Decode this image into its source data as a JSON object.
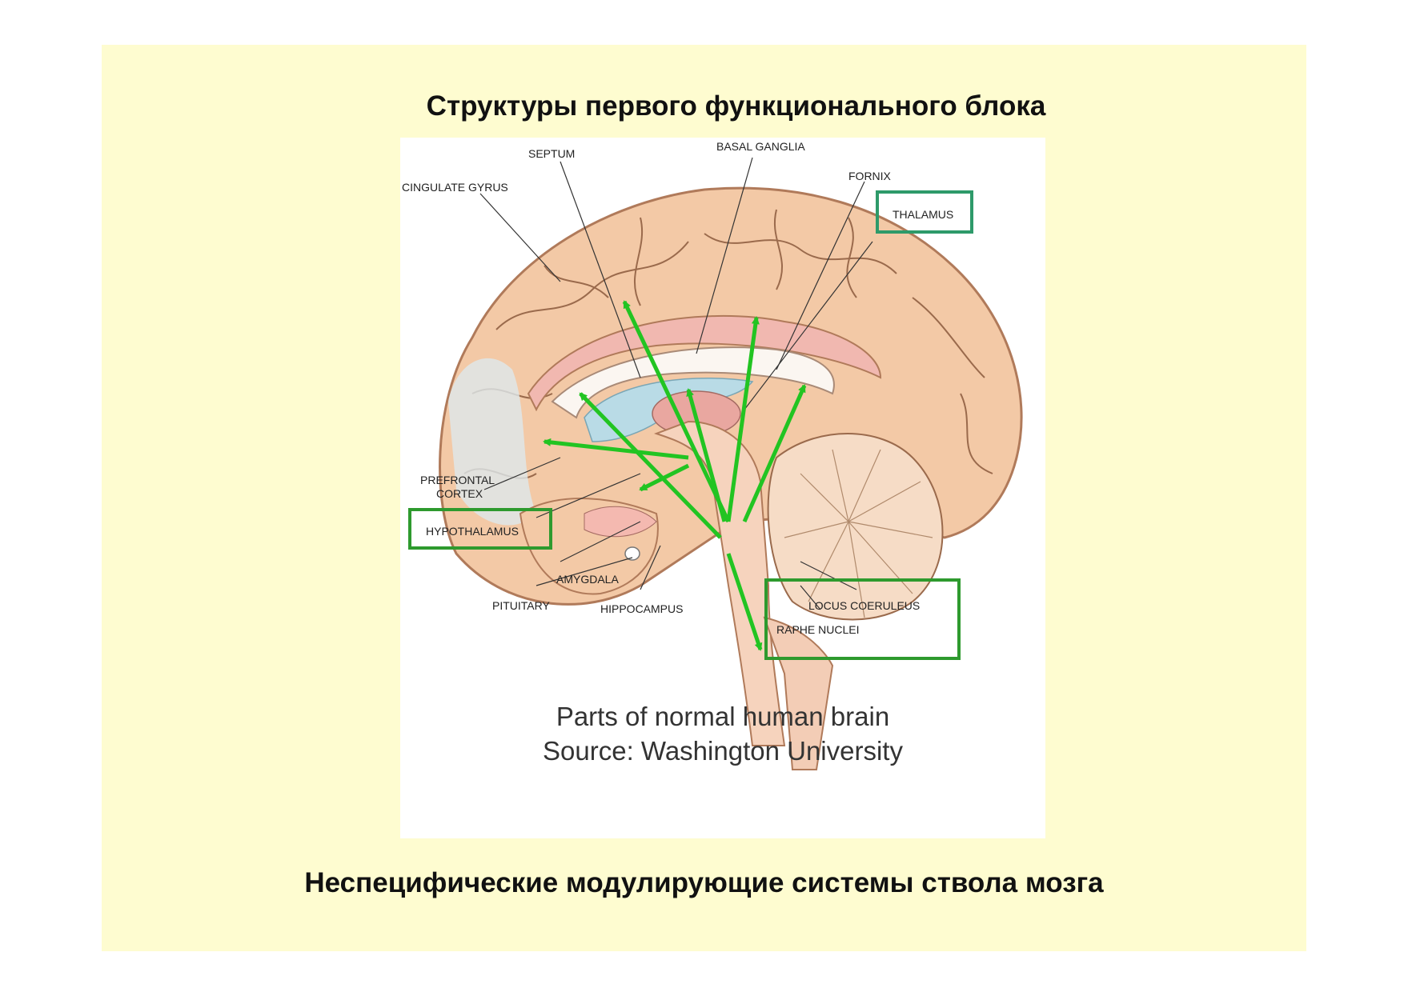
{
  "slide": {
    "title": "Структуры первого функционального блока",
    "subtitle": "Неспецифические модулирующие системы ствола мозга"
  },
  "figure": {
    "labels": {
      "septum": "SEPTUM",
      "basal_ganglia": "BASAL GANGLIA",
      "cingulate_gyrus": "CINGULATE GYRUS",
      "fornix": "FORNIX",
      "thalamus": "THALAMUS",
      "prefrontal_cortex_1": "PREFRONTAL",
      "prefrontal_cortex_2": "CORTEX",
      "hypothalamus": "HYPOTHALAMUS",
      "amygdala": "AMYGDALA",
      "pituitary": "PITUITARY",
      "hippocampus": "HIPPOCAMPUS",
      "locus_coeruleus": "LOCUS COERULEUS",
      "raphe_nuclei": "RAPHE NUCLEI"
    },
    "caption_line1": "Parts of normal human brain",
    "caption_line2": "Source: Washington University",
    "colors": {
      "highlight_box": "#2e9a2e",
      "arrow": "#22c422",
      "brain": "#f3c9a6"
    }
  }
}
